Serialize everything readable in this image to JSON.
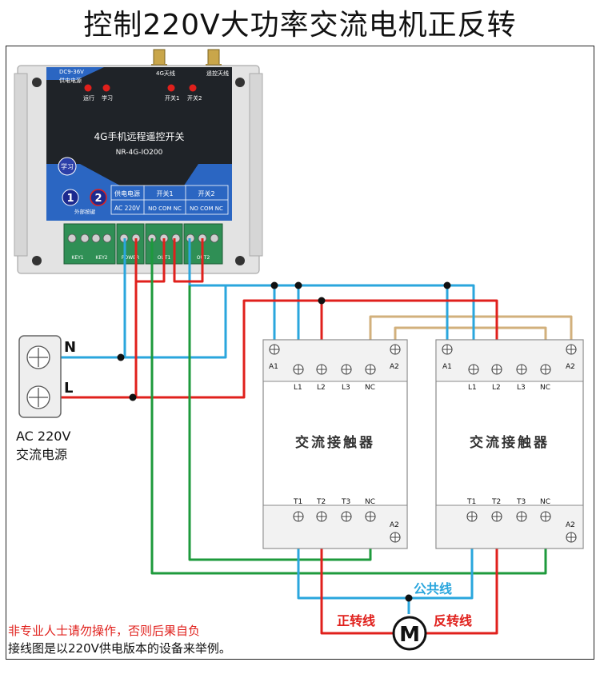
{
  "title": "控制220V大功率交流电机正反转",
  "controller": {
    "top_labels": [
      "DC9-36V",
      "供电电源",
      "4G天线",
      "遥控天线"
    ],
    "led_labels": [
      "运行",
      "学习",
      "开关1",
      "开关2"
    ],
    "name": "4G手机远程遥控开关",
    "model": "NR-4G-IO200",
    "learn_button": "学习",
    "ext_buttons": [
      "1",
      "2"
    ],
    "ext_label": "外部按键",
    "terminal_table": {
      "headers": [
        "供电电源",
        "开关1",
        "开关2"
      ],
      "rows": [
        "AC 220V",
        "NO COM NC",
        "NO COM NC"
      ]
    },
    "terminal_blocks": [
      "KEY1",
      "KEY2",
      "POWER",
      "OUT1",
      "OUT2"
    ]
  },
  "power_source": {
    "terminals": [
      "N",
      "L"
    ],
    "label_line1": "AC 220V",
    "label_line2": "交流电源"
  },
  "contactors": [
    {
      "name": "交流接触器",
      "top_labels": [
        "A1",
        "L1",
        "L2",
        "L3",
        "NC",
        "A2"
      ],
      "bottom_labels": [
        "T1",
        "T2",
        "T3",
        "NC",
        "A2"
      ]
    },
    {
      "name": "交流接触器",
      "top_labels": [
        "A1",
        "L1",
        "L2",
        "L3",
        "NC",
        "A2"
      ],
      "bottom_labels": [
        "T1",
        "T2",
        "T3",
        "NC",
        "A2"
      ]
    }
  ],
  "motor": {
    "symbol": "M",
    "common_label": "公共线",
    "forward_label": "正转线",
    "reverse_label": "反转线"
  },
  "warning": "非专业人士请勿操作，否则后果自负",
  "note": "接线图是以220V供电版本的设备来举例。",
  "colors": {
    "neutral_wire": "#2aa6dd",
    "live_wire": "#e0201c",
    "control_wire": "#1e9a3c",
    "interlock_wire": "#d2b07c",
    "warning": "#e0201c",
    "common_label": "#2aa6dd"
  }
}
